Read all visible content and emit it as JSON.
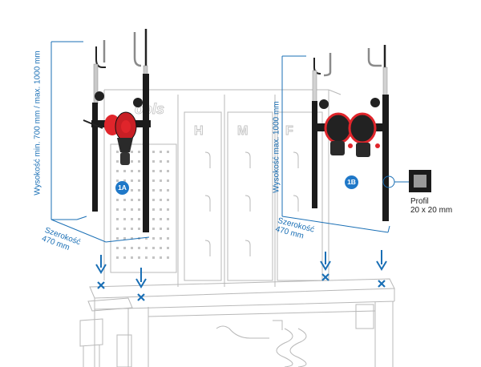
{
  "callouts": {
    "version_a_badge": "1A",
    "version_b_badge": "1B",
    "height_range_label": "Wysokość min. 700 mm / max. 1000 mm",
    "height_max_label": "Wysokość max. 1000 mm",
    "width_a_label_1": "Szerokość",
    "width_a_label_2": "470 mm",
    "width_b_label_1": "Szerokość",
    "width_b_label_2": "470 mm",
    "profile_label_1": "Profil",
    "profile_label_2": "20 x 20 mm",
    "panel_letters": [
      "H",
      "M",
      "F"
    ],
    "brand_fragment": "ools"
  },
  "colors": {
    "accent_blue": "#1a6fb5",
    "reel_red": "#e0252b",
    "outline_gray": "#b7b7b7",
    "profile_black": "#1b1b1b"
  }
}
